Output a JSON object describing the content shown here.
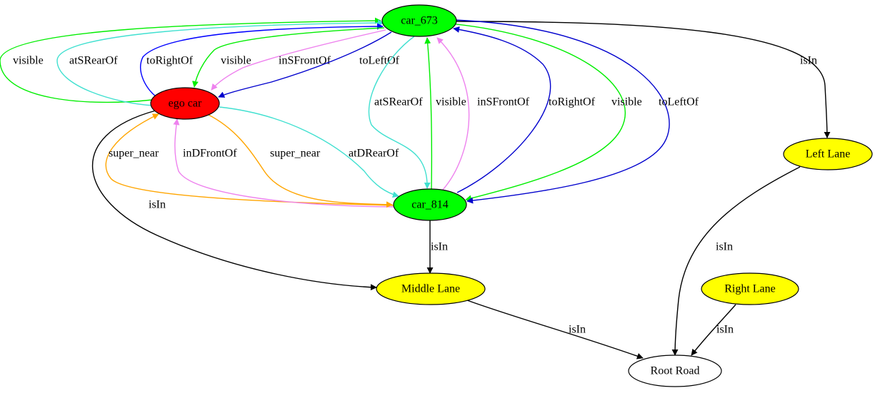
{
  "graph": {
    "nodes": [
      {
        "id": "car_673",
        "label": "car_673",
        "fill": "#00ff00"
      },
      {
        "id": "ego",
        "label": "ego car",
        "fill": "#ff0000"
      },
      {
        "id": "car_814",
        "label": "car_814",
        "fill": "#00ff00"
      },
      {
        "id": "left",
        "label": "Left Lane",
        "fill": "#ffff00"
      },
      {
        "id": "middle",
        "label": "Middle Lane",
        "fill": "#ffff00"
      },
      {
        "id": "right",
        "label": "Right Lane",
        "fill": "#ffff00"
      },
      {
        "id": "root",
        "label": "Root Road",
        "fill": "#ffffff"
      }
    ],
    "edges": [
      {
        "from": "ego",
        "to": "car_673",
        "label": "visible",
        "color": "#00ee00"
      },
      {
        "from": "ego",
        "to": "car_673",
        "label": "atSRearOf",
        "color": "#40e0d0"
      },
      {
        "from": "ego",
        "to": "car_673",
        "label": "toRightOf",
        "color": "#0000ff"
      },
      {
        "from": "car_673",
        "to": "ego",
        "label": "visible",
        "color": "#00ee00"
      },
      {
        "from": "car_673",
        "to": "ego",
        "label": "inSFrontOf",
        "color": "#ee82ee"
      },
      {
        "from": "car_673",
        "to": "ego",
        "label": "toLeftOf",
        "color": "#0000cd"
      },
      {
        "from": "car_673",
        "to": "left",
        "label": "isIn",
        "color": "#000000"
      },
      {
        "from": "car_673",
        "to": "car_814",
        "label": "atSRearOf",
        "color": "#40e0d0"
      },
      {
        "from": "car_814",
        "to": "car_673",
        "label": "visible",
        "color": "#00ee00"
      },
      {
        "from": "car_814",
        "to": "car_673",
        "label": "inSFrontOf",
        "color": "#ee82ee"
      },
      {
        "from": "car_814",
        "to": "car_673",
        "label": "toRightOf",
        "color": "#0000cd"
      },
      {
        "from": "car_673",
        "to": "car_814",
        "label": "visible",
        "color": "#00ee00"
      },
      {
        "from": "car_673",
        "to": "car_814",
        "label": "toLeftOf",
        "color": "#0000cd"
      },
      {
        "from": "car_814",
        "to": "ego",
        "label": "super_near",
        "color": "#ffa500"
      },
      {
        "from": "car_814",
        "to": "ego",
        "label": "inDFrontOf",
        "color": "#ee82ee"
      },
      {
        "from": "ego",
        "to": "car_814",
        "label": "super_near",
        "color": "#ffa500"
      },
      {
        "from": "ego",
        "to": "car_814",
        "label": "atDRearOf",
        "color": "#40e0d0"
      },
      {
        "from": "ego",
        "to": "middle",
        "label": "isIn",
        "color": "#000000"
      },
      {
        "from": "car_814",
        "to": "middle",
        "label": "isIn",
        "color": "#000000"
      },
      {
        "from": "left",
        "to": "root",
        "label": "isIn",
        "color": "#000000"
      },
      {
        "from": "middle",
        "to": "root",
        "label": "isIn",
        "color": "#000000"
      },
      {
        "from": "right",
        "to": "root",
        "label": "isIn",
        "color": "#000000"
      }
    ]
  }
}
